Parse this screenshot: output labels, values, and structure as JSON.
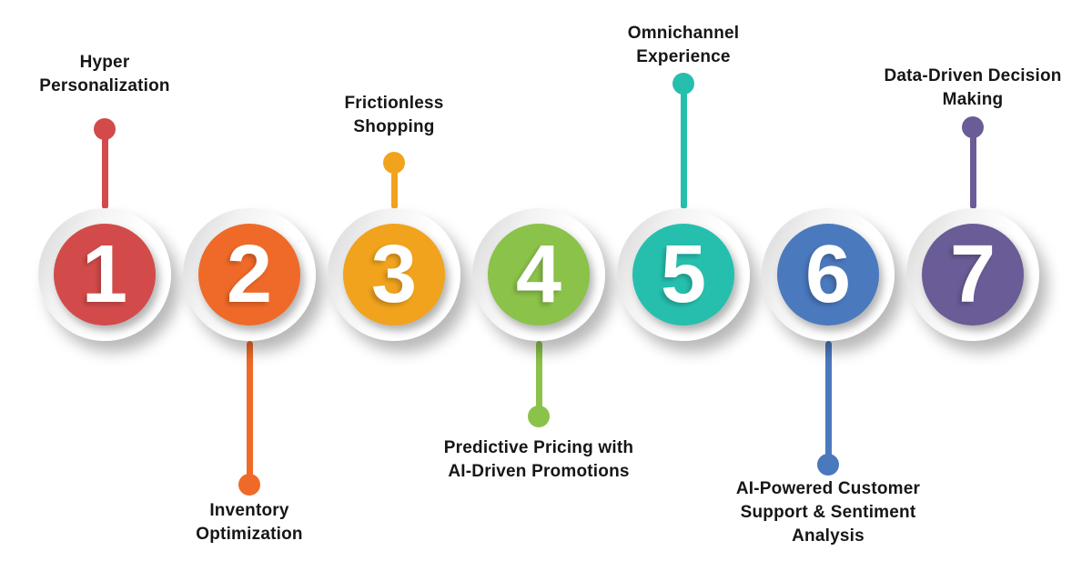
{
  "background": "#FFFFFF",
  "items": [
    {
      "number": "1",
      "label": "Hyper\nPersonalization",
      "color": "#D24B4A",
      "label_position": "above"
    },
    {
      "number": "2",
      "label": "Inventory\nOptimization",
      "color": "#EF6A28",
      "label_position": "below"
    },
    {
      "number": "3",
      "label": "Frictionless\nShopping",
      "color": "#F1A31D",
      "label_position": "above"
    },
    {
      "number": "4",
      "label": "Predictive Pricing with\nAI-Driven Promotions",
      "color": "#8BC24A",
      "label_position": "below"
    },
    {
      "number": "5",
      "label": "Omnichannel\nExperience",
      "color": "#26BFAE",
      "label_position": "above"
    },
    {
      "number": "6",
      "label": "AI-Powered Customer\nSupport & Sentiment\nAnalysis",
      "color": "#4B79BE",
      "label_position": "below"
    },
    {
      "number": "7",
      "label": "Data-Driven Decision\nMaking",
      "color": "#6A5C96",
      "label_position": "above"
    }
  ]
}
